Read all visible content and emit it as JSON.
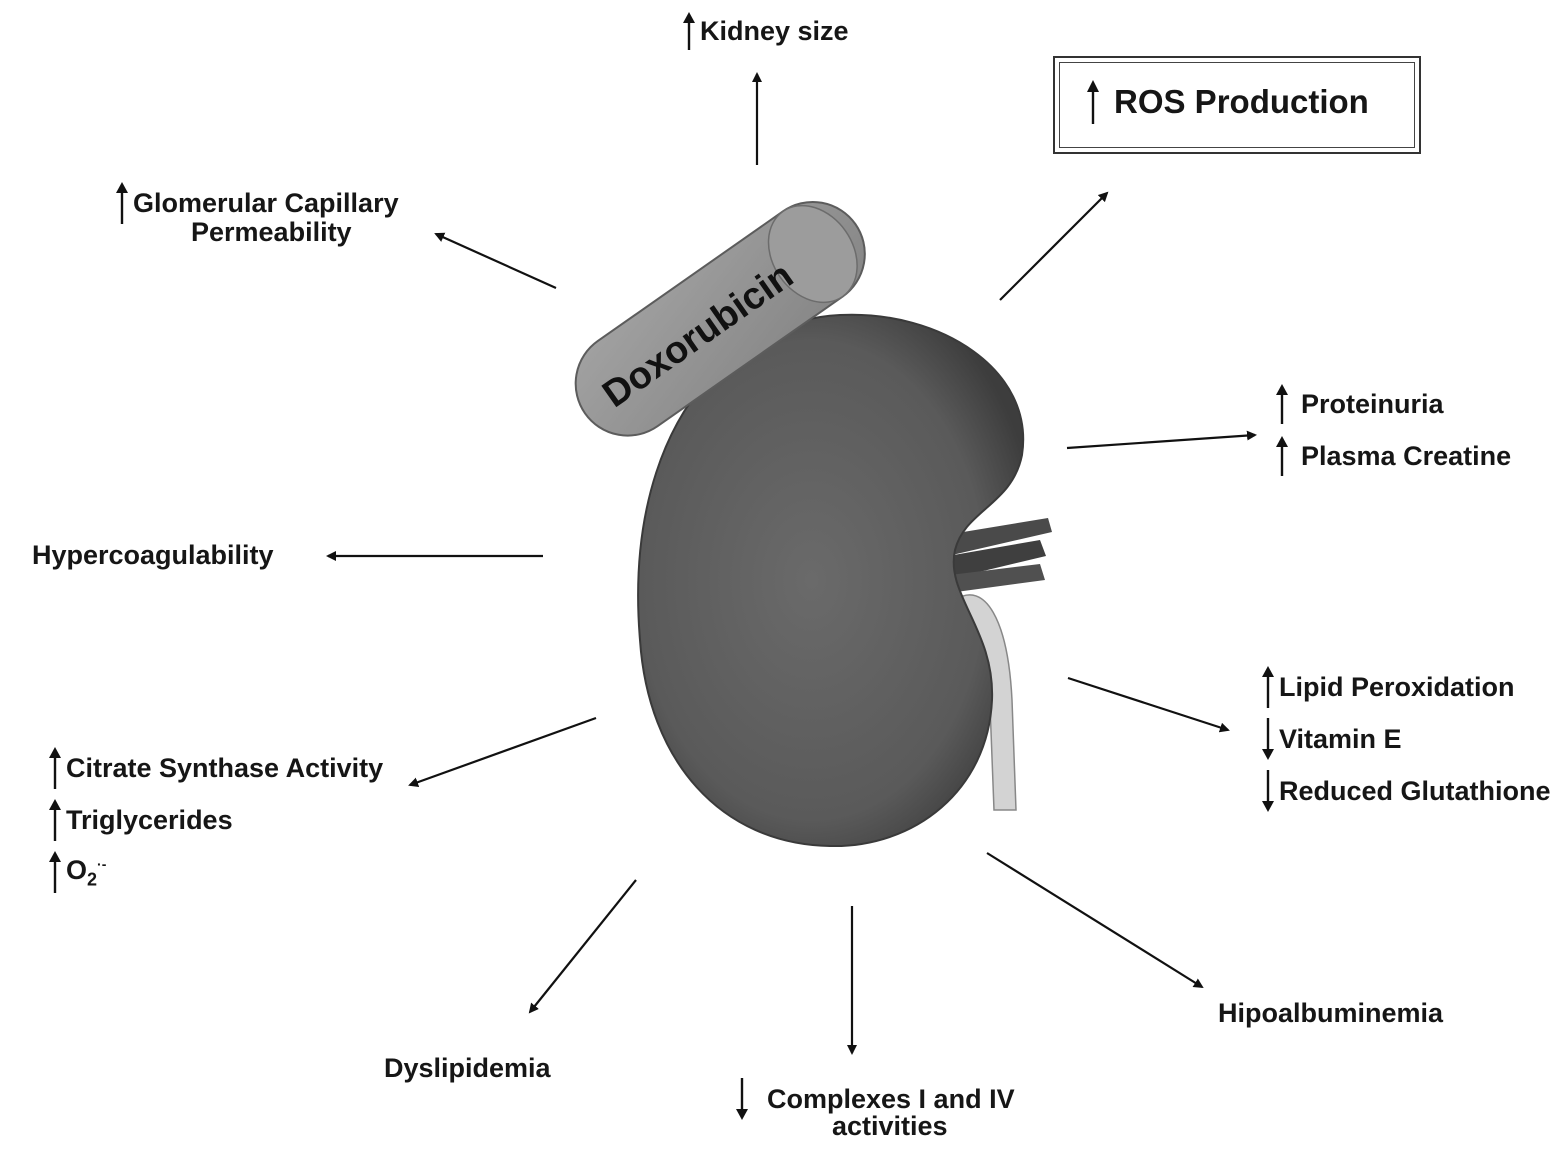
{
  "drug_label": "Doxorubicin",
  "effects": {
    "kidney_size": "Kidney size",
    "ros": "ROS Production",
    "glomerular": [
      "Glomerular Capillary",
      "Permeability"
    ],
    "proteinuria": "Proteinuria",
    "plasma_creatine": "Plasma Creatine",
    "hypercoagulability": "Hypercoagulability",
    "lipid_peroxidation": "Lipid Peroxidation",
    "vitamin_e": "Vitamin E",
    "reduced_glutathione": "Reduced Glutathione",
    "citrate": "Citrate Synthase Activity",
    "triglycerides": "Triglycerides",
    "superoxide_base": "O",
    "superoxide_sub": "2",
    "superoxide_sup": "·-",
    "hipoalbuminemia": "Hipoalbuminemia",
    "dyslipidemia": "Dyslipidemia",
    "complexes": [
      "Complexes I and IV",
      "activities"
    ]
  },
  "colors": {
    "kidney": "#5e5e5e",
    "kidney_shadow": "#3c3c3c",
    "pill": "#8f8f8f",
    "pill_dark": "#6f6f6f",
    "ureter": "#d0d0d0",
    "vessels": "#4a4a4a",
    "arrow": "#111111"
  }
}
